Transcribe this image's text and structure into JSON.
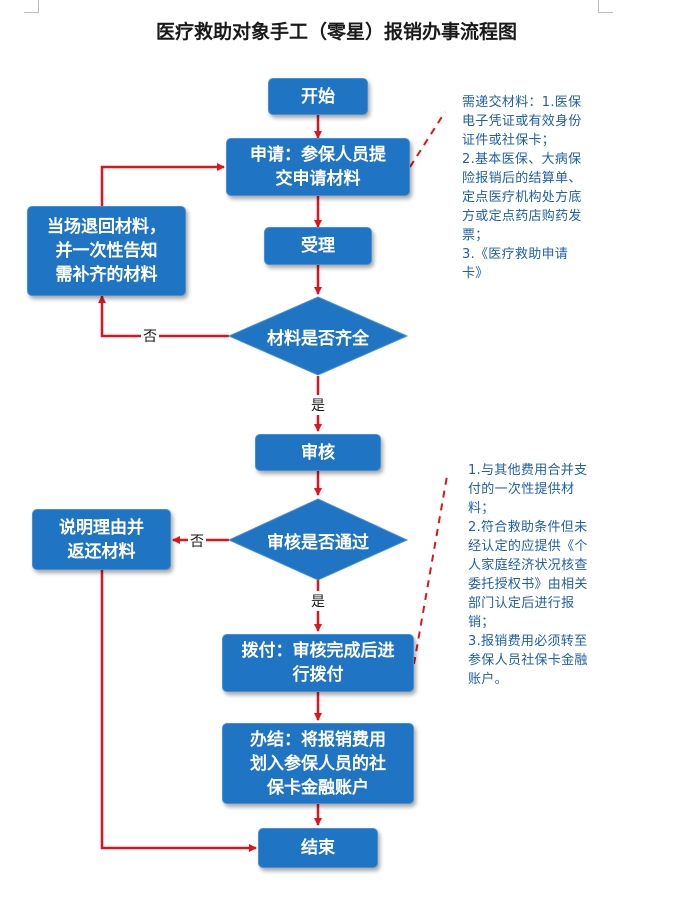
{
  "title": "医疗救助对象手工（零星）报销办事流程图",
  "nodes": {
    "start": "开始",
    "apply_line1": "申请：参保人员提",
    "apply_line2": "交申请材料",
    "accept": "受理",
    "check_materials": "材料是否齐全",
    "return_line1": "当场退回材料，",
    "return_line2": "并一次性告知",
    "return_line3": "需补齐的材料",
    "review": "审核",
    "review_pass": "审核是否通过",
    "explain_line1": "说明理由并",
    "explain_line2": "返还材料",
    "pay_line1": "拨付：审核完成后进",
    "pay_line2": "行拨付",
    "finish_line1": "办结：将报销费用",
    "finish_line2": "划入参保人员的社",
    "finish_line3": "保卡金融账户",
    "end": "结束"
  },
  "edge_labels": {
    "no_1": "否",
    "yes_1": "是",
    "no_2": "否",
    "yes_2": "是"
  },
  "notes": {
    "materials": [
      "需递交材料：1.医保",
      "电子凭证或有效身份",
      "证件或社保卡；",
      "2.基本医保、大病保",
      "险报销后的结算单、",
      "定点医疗机构处方底",
      "方或定点药店购药发",
      "票；",
      "3.《医疗救助申请",
      "卡》"
    ],
    "payment": [
      "1.与其他费用合并支",
      "付的一次性提供材",
      "料；",
      "2.符合救助条件但未",
      "经认定的应提供《个",
      "人家庭经济状况核查",
      "委托授权书》由相关",
      "部门认定后进行报",
      "销；",
      "3.报销费用必须转至",
      "参保人员社保卡金融",
      "账户。"
    ]
  },
  "colors": {
    "box_fill": "#1f74c4",
    "arrow": "#e0141e",
    "note_text": "#1f5fa8"
  }
}
